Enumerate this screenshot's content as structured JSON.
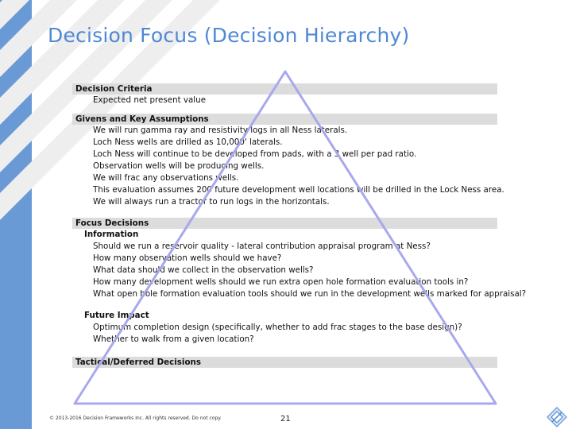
{
  "slide": {
    "title": "Decision Focus (Decision Hierarchy)",
    "page_number": "21",
    "footer": "© 2013-2016 Decision Frameworks Inc. All rights reserved. Do not copy."
  },
  "sections": {
    "criteria": {
      "header": "Decision Criteria",
      "items": [
        "Expected net present value"
      ]
    },
    "givens": {
      "header": "Givens and Key Assumptions",
      "items": [
        "We will run gamma ray and resistivity logs in all Ness laterals.",
        "Loch Ness wells are drilled as 10,000' laterals.",
        "Loch Ness will continue to be developed from pads, with a 3 well per pad ratio.",
        "Observation wells will be producing wells.",
        "We will frac any observations wells.",
        "This evaluation assumes 200 future development well locations will be drilled in the Lock Ness area.",
        "We will always run a tractor to run logs in the horizontals."
      ]
    },
    "focus": {
      "header": "Focus Decisions",
      "information": {
        "label": "Information",
        "items": [
          "Should we run a reservoir quality - lateral contribution appraisal program at Ness?",
          "How many observation wells should we have?",
          "What data should we collect in the observation wells?",
          "How many development wells should we run extra open hole formation evaluation tools in?",
          "What open hole formation evaluation tools should we run in the development wells marked for appraisal?"
        ]
      },
      "future_impact": {
        "label": "Future Impact",
        "items": [
          "Optimum completion design (specifically, whether to add frac stages to the base design)?",
          "Whether to walk from a given location?"
        ]
      }
    },
    "tactical": {
      "header": "Tactical/Deferred Decisions"
    }
  },
  "colors": {
    "accent_bar": "#6a9ad6",
    "title": "#4f88d4",
    "triangle": "#a8a8ec",
    "section_header_bg": "#dcdcdc"
  },
  "icons": {
    "background": "chevron-pattern-icon",
    "logo": "diamond-logo-icon"
  }
}
